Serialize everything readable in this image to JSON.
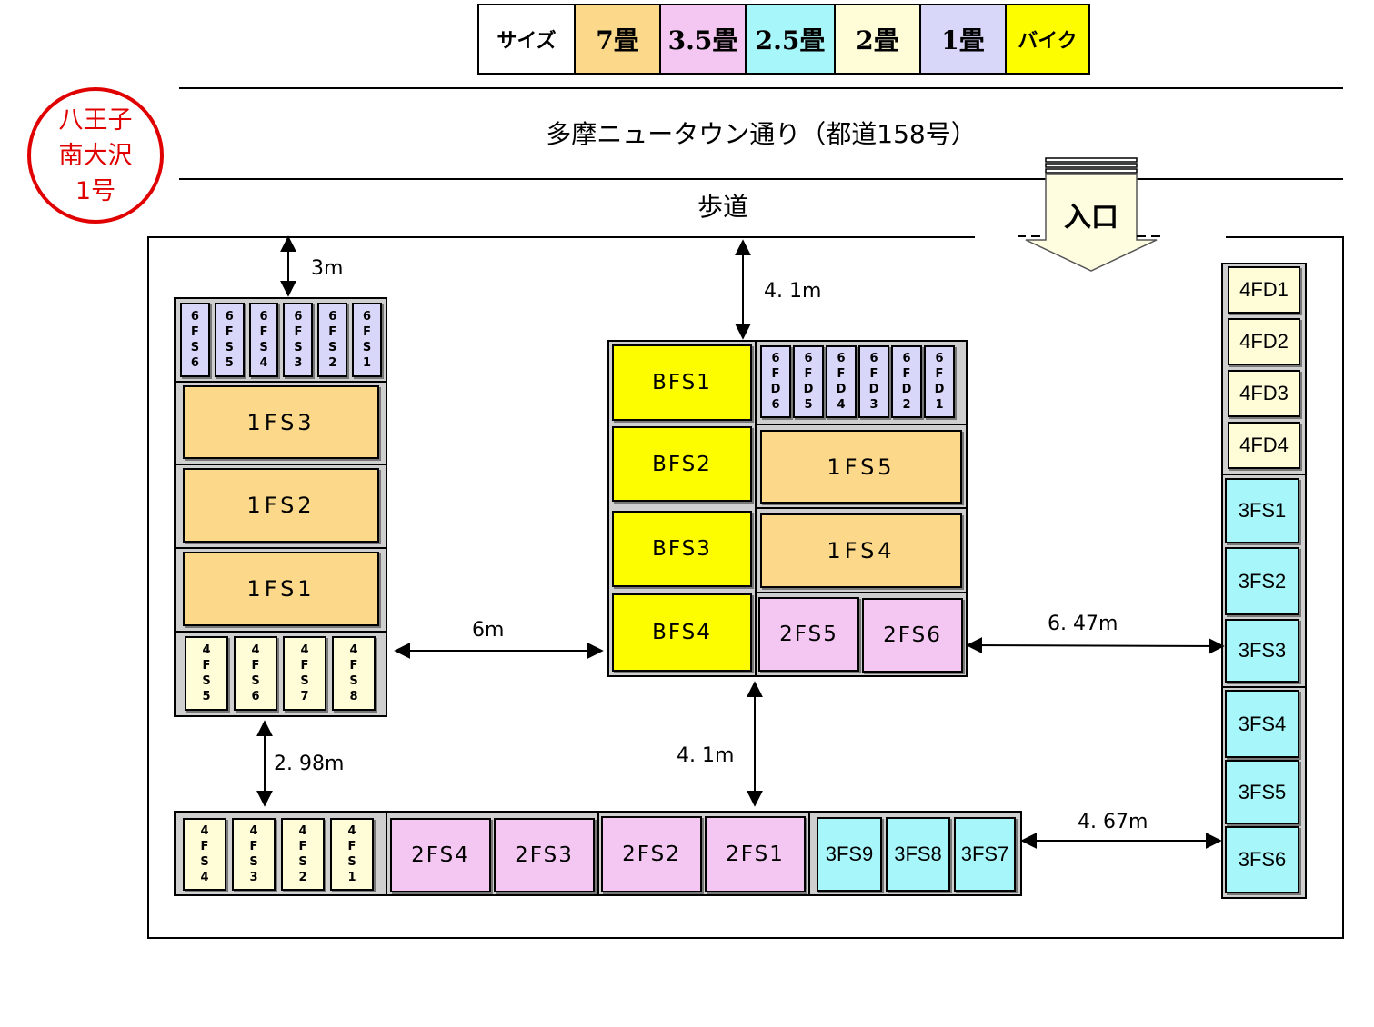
{
  "legend": {
    "size_label": "サイズ",
    "items": [
      {
        "label": "7畳",
        "color": "#fbd88a"
      },
      {
        "label": "3.5畳",
        "color": "#f4c7f2"
      },
      {
        "label": "2.5畳",
        "color": "#a7f7fa"
      },
      {
        "label": "2畳",
        "color": "#fffcd8"
      },
      {
        "label": "1畳",
        "color": "#d8d6f9"
      },
      {
        "label": "バイク",
        "color": "#fdfd00"
      }
    ]
  },
  "stamp": {
    "line1": "八王子",
    "line2": "南大沢",
    "line3": "1号",
    "color": "#e00000"
  },
  "road": "多摩ニュータウン通り（都道158号）",
  "sidewalk": "歩道",
  "entrance": "入口",
  "dimensions": {
    "d1": "3m",
    "d2": "4. 1m",
    "d3": "6m",
    "d4": "6. 47m",
    "d5": "2. 98m",
    "d6": "4. 1m",
    "d7": "4. 67m"
  },
  "units": {
    "left_top_1": [
      "6\nF\nS\n6",
      "6\nF\nS\n5",
      "6\nF\nS\n4",
      "6\nF\nS\n3",
      "6\nF\nS\n2",
      "6\nF\nS\n1"
    ],
    "left_7": [
      "1FS3",
      "1FS2",
      "1FS1"
    ],
    "left_bottom_2": [
      "4\nF\nS\n5",
      "4\nF\nS\n6",
      "4\nF\nS\n7",
      "4\nF\nS\n8"
    ],
    "center_bike": [
      "BFS1",
      "BFS2",
      "BFS3",
      "BFS4"
    ],
    "center_top_1": [
      "6\nF\nD\n6",
      "6\nF\nD\n5",
      "6\nF\nD\n4",
      "6\nF\nD\n3",
      "6\nF\nD\n2",
      "6\nF\nD\n1"
    ],
    "center_7": [
      "1FS5",
      "1FS4"
    ],
    "center_35": [
      "2FS5",
      "2FS6"
    ],
    "right_2": [
      "4FD1",
      "4FD2",
      "4FD3",
      "4FD4"
    ],
    "right_25": [
      "3FS1",
      "3FS2",
      "3FS3",
      "3FS4",
      "3FS5",
      "3FS6"
    ],
    "bottom_2": [
      "4\nF\nS\n4",
      "4\nF\nS\n3",
      "4\nF\nS\n2",
      "4\nF\nS\n1"
    ],
    "bottom_35": [
      "2FS4",
      "2FS3",
      "2FS2",
      "2FS1"
    ],
    "bottom_25": [
      "3FS9",
      "3FS8",
      "3FS7"
    ]
  }
}
